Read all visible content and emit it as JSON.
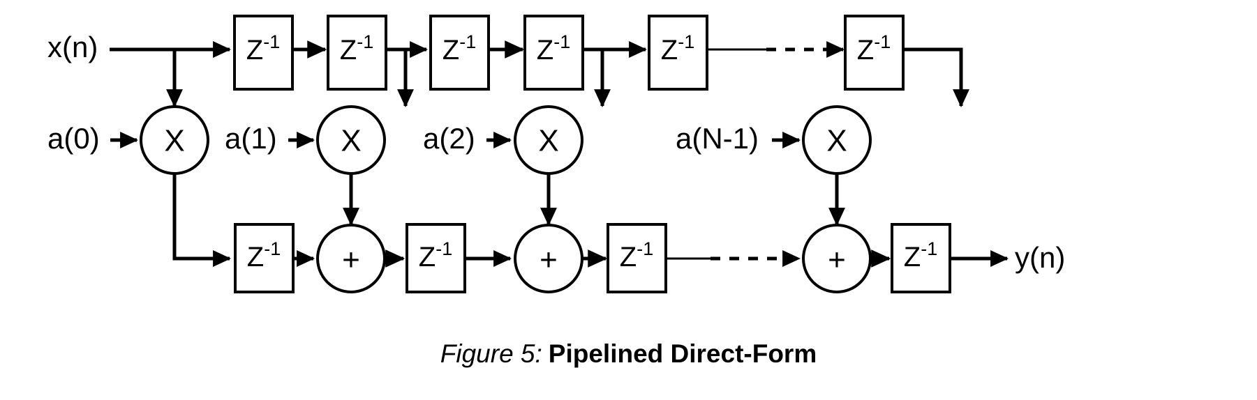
{
  "figure": {
    "caption_prefix": "Figure 5:",
    "caption_title": "Pipelined Direct-Form",
    "background_color": "#ffffff",
    "line_color": "#000000"
  },
  "signals": {
    "input_label": "x(n)",
    "output_label": "y(n)"
  },
  "coefficients": [
    {
      "id": "a0",
      "label": "a(0)"
    },
    {
      "id": "a1",
      "label": "a(1)"
    },
    {
      "id": "a2",
      "label": "a(2)"
    },
    {
      "id": "aN1",
      "label": "a(N-1)"
    }
  ],
  "blocks": {
    "delay_symbol": "Z",
    "delay_exponent": "-1",
    "multiply_symbol": "X",
    "add_symbol": "+"
  },
  "delay_blocks_top": [
    {
      "id": "top-z-1",
      "label": "Z",
      "exponent": "-1"
    },
    {
      "id": "top-z-2",
      "label": "Z",
      "exponent": "-1"
    },
    {
      "id": "top-z-3",
      "label": "Z",
      "exponent": "-1"
    },
    {
      "id": "top-z-4",
      "label": "Z",
      "exponent": "-1"
    },
    {
      "id": "top-z-5",
      "label": "Z",
      "exponent": "-1"
    },
    {
      "id": "top-z-6",
      "label": "Z",
      "exponent": "-1"
    }
  ],
  "multipliers": [
    {
      "id": "mul-0",
      "label": "X"
    },
    {
      "id": "mul-1",
      "label": "X"
    },
    {
      "id": "mul-2",
      "label": "X"
    },
    {
      "id": "mul-N1",
      "label": "X"
    }
  ],
  "adders": [
    {
      "id": "add-0",
      "label": "+"
    },
    {
      "id": "add-1",
      "label": "+"
    },
    {
      "id": "add-N1",
      "label": "+"
    }
  ],
  "delay_blocks_bottom": [
    {
      "id": "bot-z-1",
      "label": "Z",
      "exponent": "-1"
    },
    {
      "id": "bot-z-2",
      "label": "Z",
      "exponent": "-1"
    },
    {
      "id": "bot-z-3",
      "label": "Z",
      "exponent": "-1"
    },
    {
      "id": "bot-z-4",
      "label": "Z",
      "exponent": "-1"
    }
  ]
}
